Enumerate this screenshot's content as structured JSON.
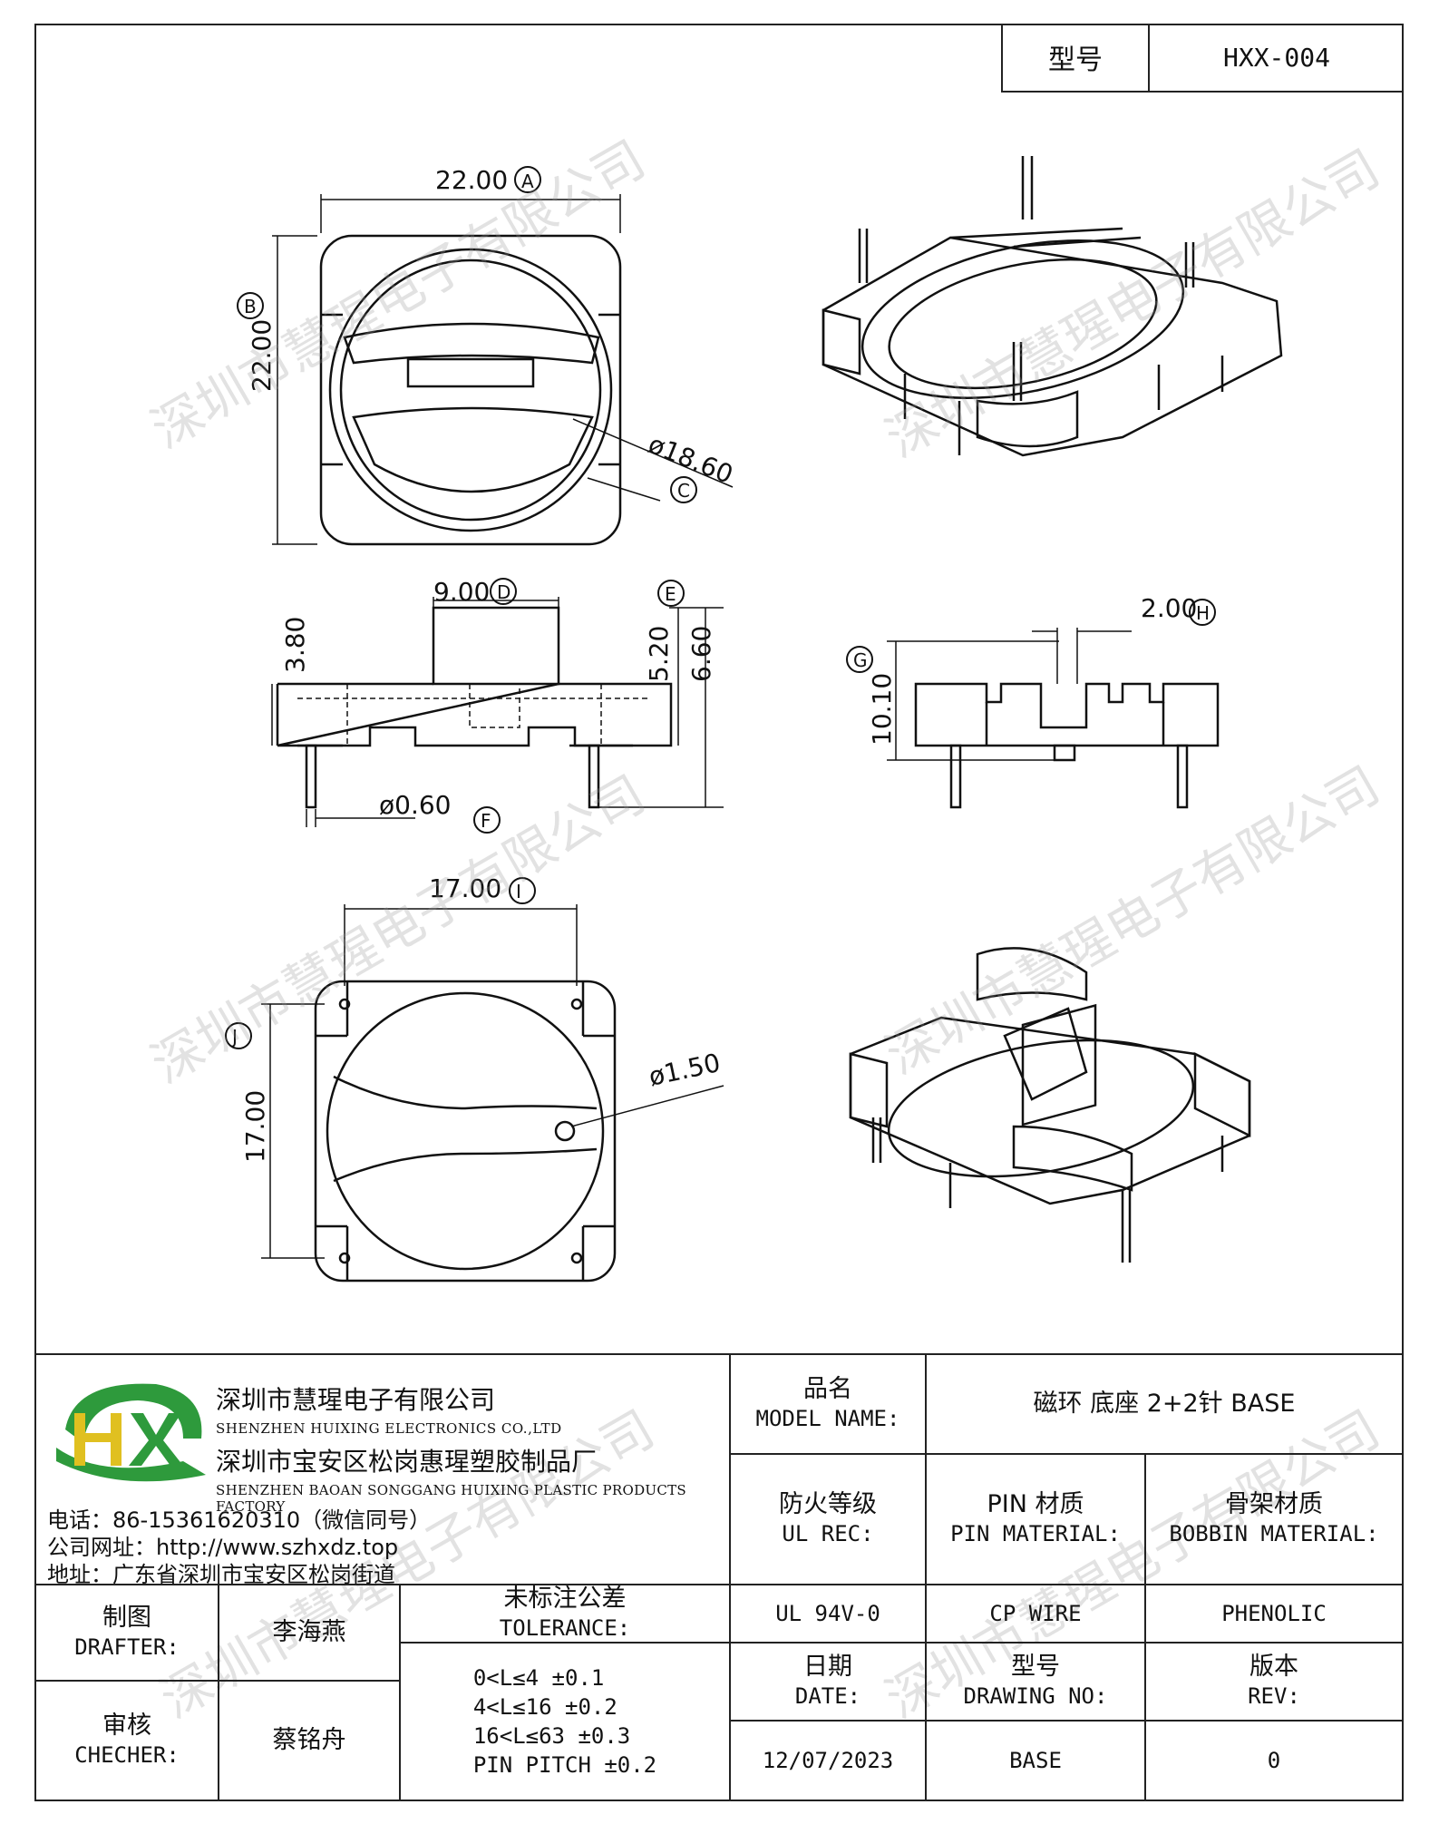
{
  "header": {
    "model_label": "型号",
    "model_value": "HXX-004"
  },
  "dimensions": {
    "a": "22.00",
    "a_tag": "A",
    "b": "22.00",
    "b_tag": "B",
    "c": "ø18.60",
    "c_tag": "C",
    "d": "9.00",
    "d_tag": "D",
    "e_52": "5.20",
    "e_66": "6.60",
    "e_tag": "E",
    "h38": "3.80",
    "f": "ø0.60",
    "f_tag": "F",
    "g": "10.10",
    "g_tag": "G",
    "h": "2.00",
    "h_tag": "H",
    "i": "17.00",
    "i_tag": "I",
    "j": "17.00",
    "j_tag": "J",
    "hole": "ø1.50"
  },
  "watermark": "深圳市慧瑆电子有限公司",
  "company": {
    "logo_text": "HX",
    "name_cn": "深圳市慧瑆电子有限公司",
    "name_en": "SHENZHEN HUIXING ELECTRONICS CO.,LTD",
    "factory_cn": "深圳市宝安区松岗惠瑆塑胶制品厂",
    "factory_en": "SHENZHEN BAOAN SONGGANG HUIXING PLASTIC PRODUCTS FACTORY",
    "phone": "电话：86-15361620310（微信同号）",
    "website": "公司网址：http://www.szhxdz.top",
    "address": "地址：广东省深圳市宝安区松岗街道"
  },
  "title_block": {
    "model_name_cn": "品名",
    "model_name_en": "MODEL NAME:",
    "model_name_value": "磁环 底座 2+2针  BASE",
    "ul_cn": "防火等级",
    "ul_en": "UL REC:",
    "pin_cn": "PIN 材质",
    "pin_en": "PIN MATERIAL:",
    "bobbin_cn": "骨架材质",
    "bobbin_en": "BOBBIN MATERIAL:",
    "drafter_cn": "制图",
    "drafter_en": "DRAFTER:",
    "drafter_name": "李海燕",
    "tolerance_cn": "未标注公差",
    "tolerance_en": "TOLERANCE:",
    "ul_value": "UL 94V-0",
    "pin_value": "CP WIRE",
    "bobbin_value": "PHENOLIC",
    "checker_cn": "审核",
    "checker_en": "CHECHER:",
    "checker_name": "蔡铭舟",
    "tol1": "0<L≤4  ±0.1",
    "tol2": "4<L≤16 ±0.2",
    "tol3": "16<L≤63 ±0.3",
    "tol4": "PIN PITCH ±0.2",
    "date_cn": "日期",
    "date_en": "DATE:",
    "drawing_cn": "型号",
    "drawing_en": "DRAWING NO:",
    "rev_cn": "版本",
    "rev_en": "REV:",
    "date_value": "12/07/2023",
    "drawing_value": "BASE",
    "rev_value": "0"
  }
}
